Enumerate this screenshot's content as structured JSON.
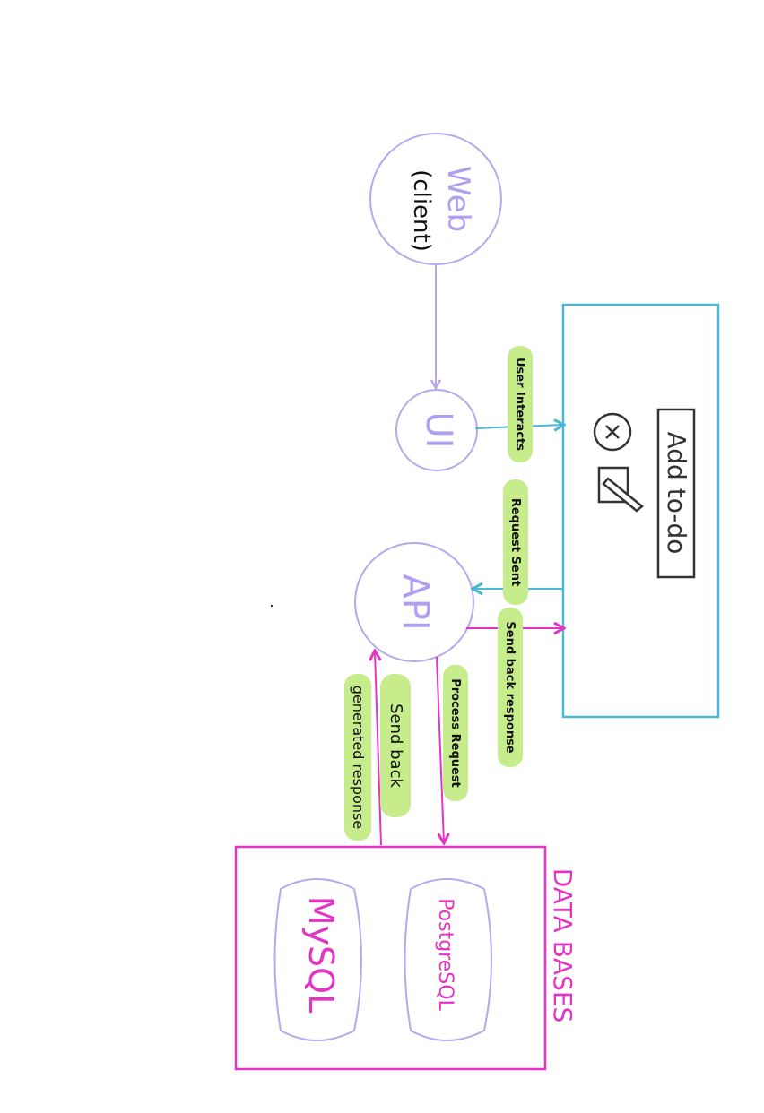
{
  "nodes": {
    "web": {
      "line1": "Web",
      "line2": "(client)"
    },
    "ui": {
      "label": "UI"
    },
    "api": {
      "label": "API"
    },
    "app": {
      "title": "Add to-do"
    },
    "databases": {
      "title": "DATA BASES",
      "postgres": "PostgreSQL",
      "mysql": "MySQL"
    }
  },
  "edges": {
    "user_interacts": "User Interacts",
    "request_sent": "Request Sent",
    "send_back_response": "Send back response",
    "process_request": "Process Request",
    "send_back": "Send back",
    "generated_response": "generated response"
  },
  "colors": {
    "purple": "#b7a8ee",
    "purple_text": "#b09ff0",
    "blue": "#4bb8d4",
    "magenta": "#e434c4",
    "highlight": "#c6ec8c",
    "dark": "#333333"
  },
  "icons": [
    "close-circle-icon",
    "edit-note-icon"
  ]
}
